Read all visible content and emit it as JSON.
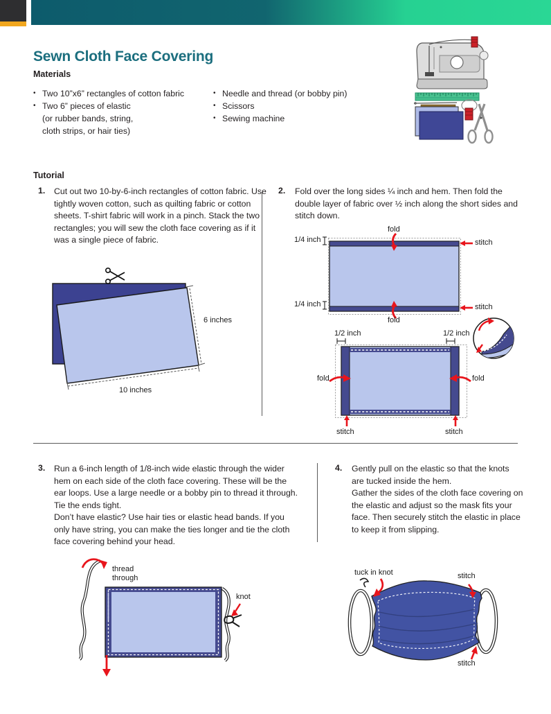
{
  "header": {
    "title": "Sewn Cloth Face Covering",
    "materials_heading": "Materials",
    "tutorial_heading": "Tutorial"
  },
  "materials": {
    "left": [
      {
        "text": "Two 10”x6” rectangles of cotton fabric"
      },
      {
        "text": "Two 6” pieces of elastic"
      },
      {
        "text": "(or rubber bands, string,"
      },
      {
        "text": "cloth strips, or hair ties)"
      }
    ],
    "right": [
      {
        "text": "Needle and thread (or bobby pin)"
      },
      {
        "text": "Scissors"
      },
      {
        "text": "Sewing machine"
      }
    ]
  },
  "steps": [
    {
      "number": "1.",
      "text": "Cut out two 10-by-6-inch rectangles of cotton fabric. Use tightly woven cotton, such as quilting fabric or cotton sheets. T-shirt fabric will work in a pinch. Stack the two rectangles; you will sew the cloth face covering as if it was a single piece of fabric."
    },
    {
      "number": "2.",
      "text": "Fold over the long sides ¼ inch and hem. Then fold the double layer of fabric over ½ inch along the short sides and stitch down."
    },
    {
      "number": "3.",
      "text": "Run a 6-inch length of 1/8-inch wide elastic through the wider hem on each side of the cloth face covering. These will be the ear loops. Use a large needle or a bobby pin to thread it through. Tie the ends tight.",
      "text2": "Don’t have elastic? Use hair ties or elastic head bands. If you only have string, you can make the ties longer and tie the cloth face covering behind your head."
    },
    {
      "number": "4.",
      "text": "Gently pull on the elastic so that the knots are tucked inside the hem.",
      "text2": "Gather the sides of the cloth face covering on the elastic and adjust so the mask fits your face. Then securely stitch the elastic in place to keep it from slipping."
    }
  ],
  "diagram_labels": {
    "step1": {
      "height": "6 inches",
      "width": "10 inches"
    },
    "step2a": {
      "fold": "fold",
      "quarter_inch": "1/4 inch",
      "stitch": "stitch"
    },
    "step2b": {
      "half_inch": "1/2 inch",
      "fold": "fold",
      "stitch": "stitch"
    },
    "step3": {
      "thread": "thread",
      "through": "through",
      "knot": "knot"
    },
    "step4": {
      "tuck_in_knot": "tuck in knot",
      "stitch": "stitch"
    }
  },
  "colors": {
    "accent_teal": "#1b6e7e",
    "banner_gradient_start": "#0d5b6c",
    "banner_gradient_end": "#2ad795",
    "banner_orange": "#f2a71e",
    "banner_dark": "#2e2e30",
    "fabric_light": "#b9c6ec",
    "fabric_dark": "#454a8f",
    "mask_blue": "#4253a3",
    "arrow_red": "#e8151c"
  }
}
